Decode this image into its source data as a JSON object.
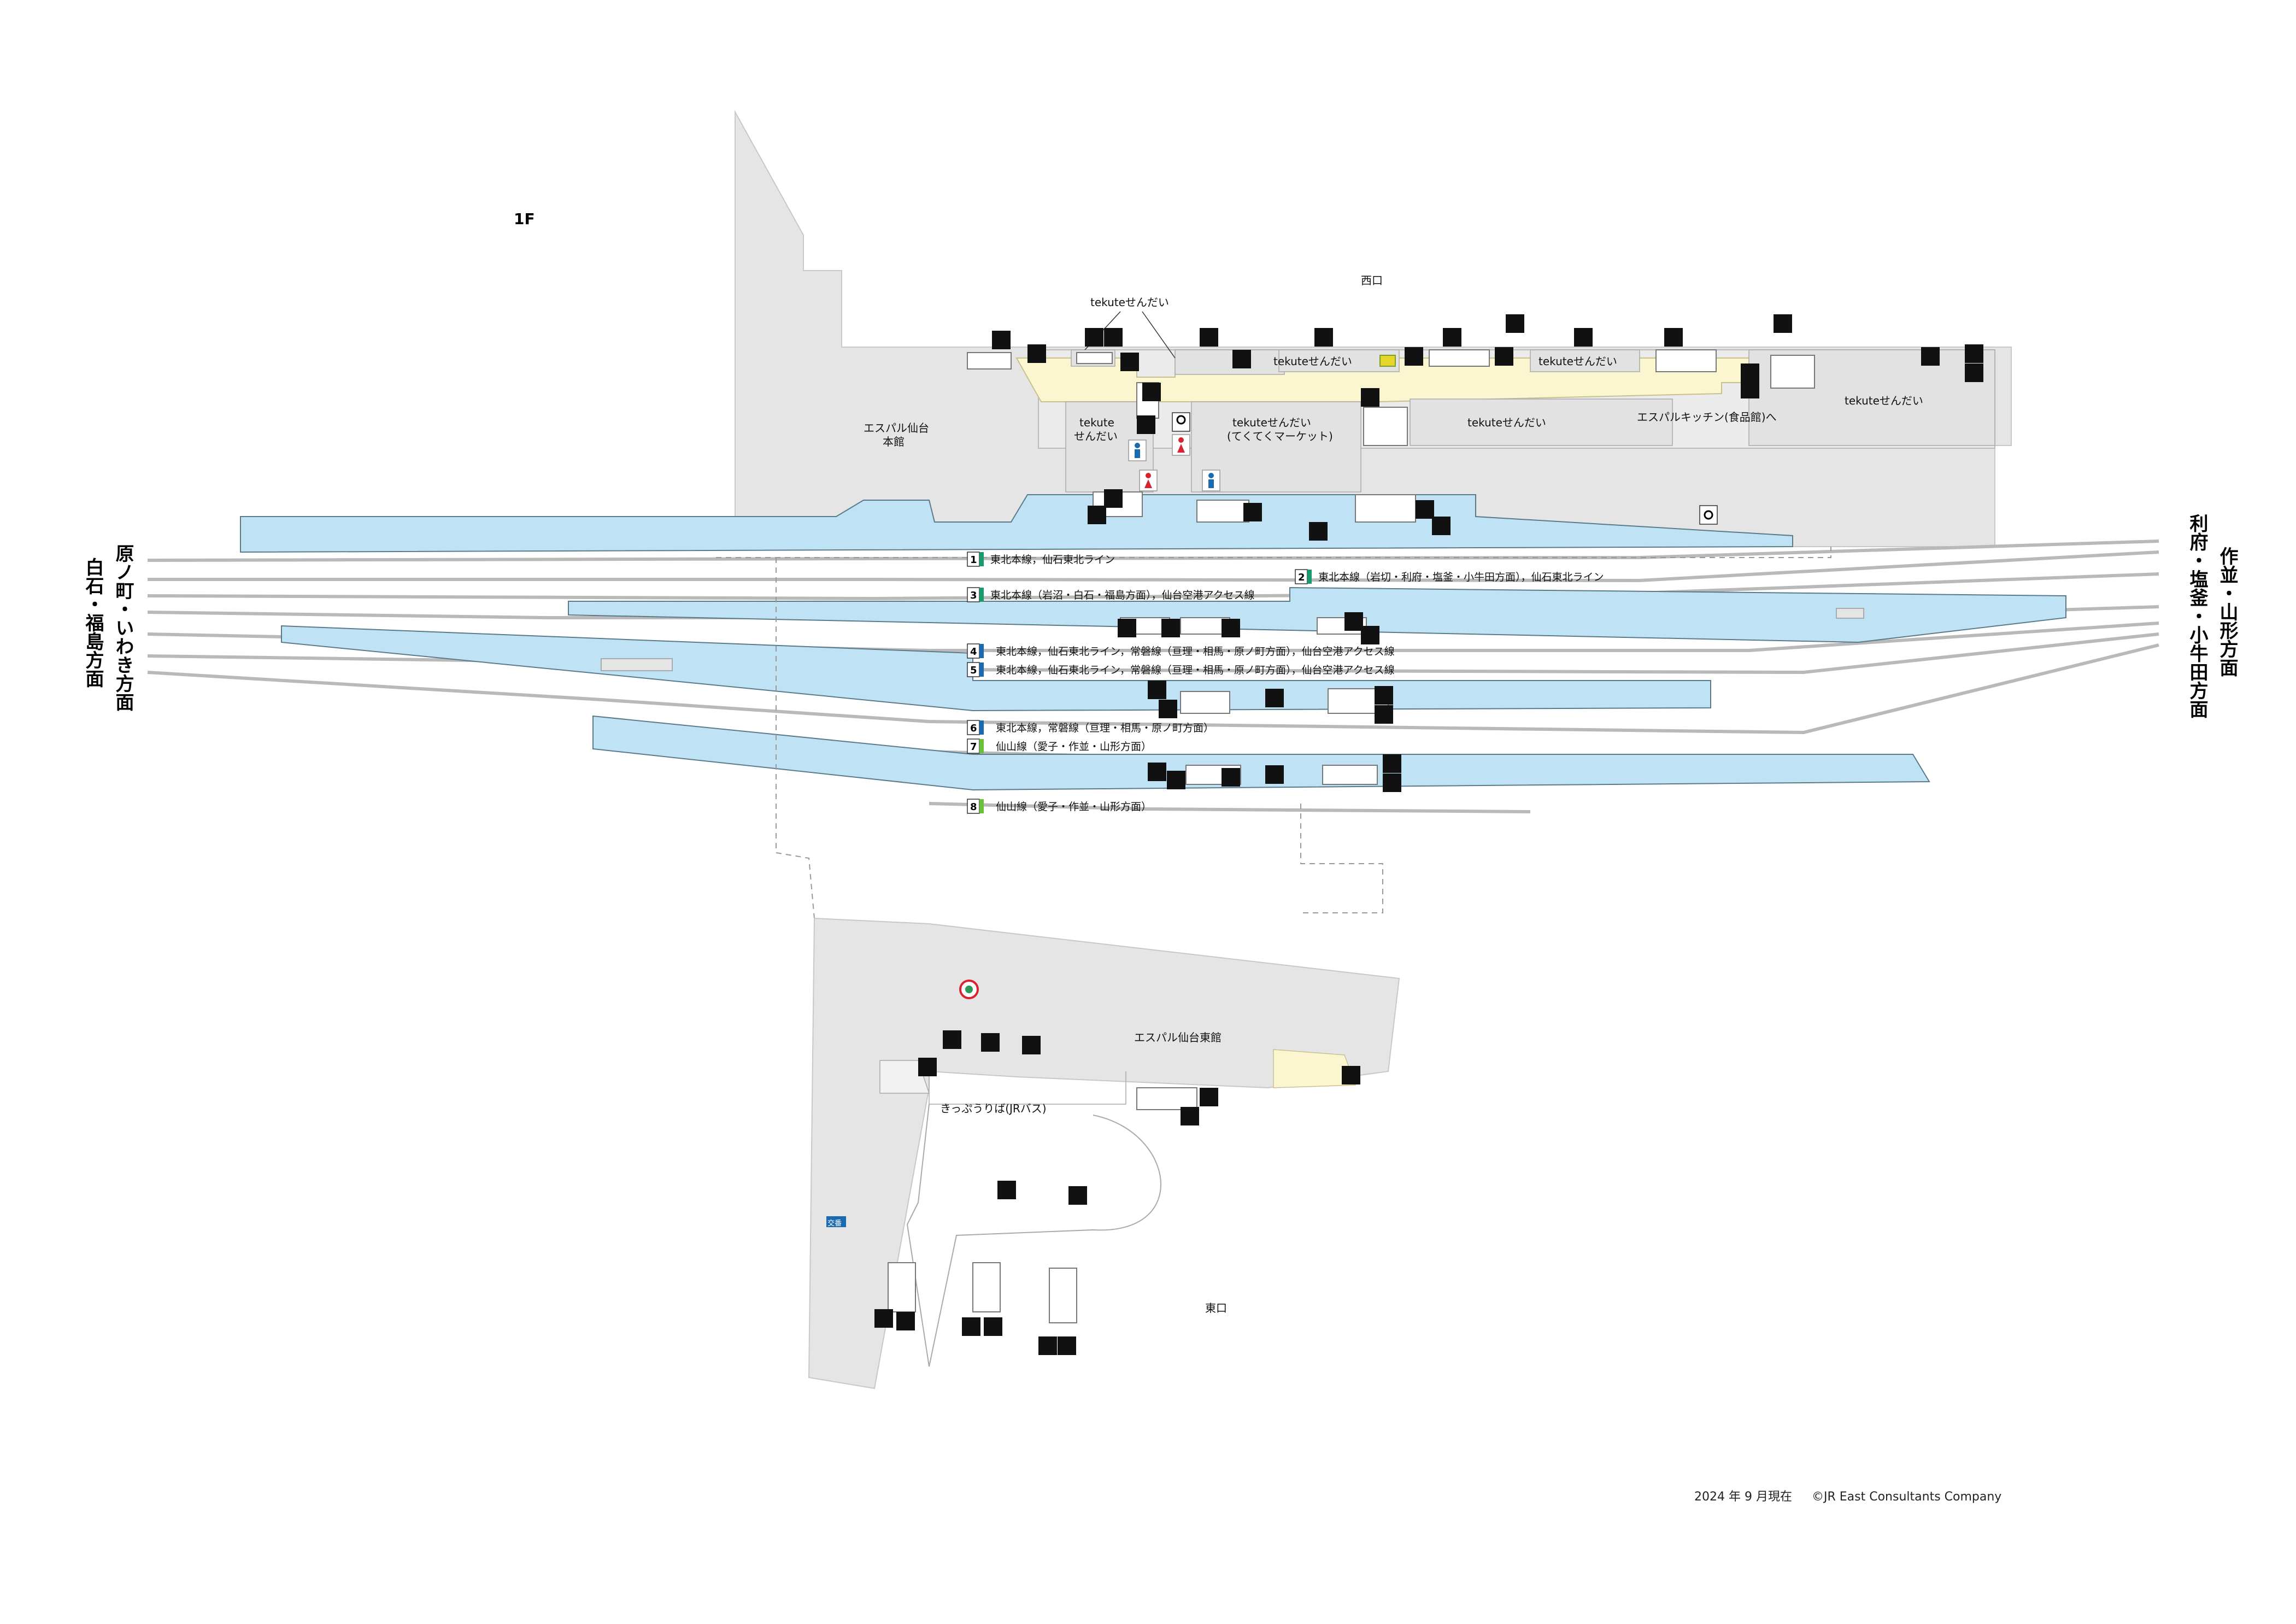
{
  "floor_label": "1F",
  "exits": {
    "west": "西口",
    "east": "東口"
  },
  "buildings": {
    "espal_main_line1": "エスパル仙台",
    "espal_main_line2": "本館",
    "espal_east": "エスパル仙台東館",
    "espal_kitchen": "エスパルキッチン(食品館)へ"
  },
  "shops": {
    "tekute_top": "tekuteせんだい",
    "tekute_1": "tekuteせんだい",
    "tekute_2": "tekuteせんだい",
    "tekute_3": "tekuteせんだい",
    "tekute_4": "tekuteせんだい",
    "tekute_left_line1": "tekute",
    "tekute_left_line2": "せんだい",
    "tekute_market_line1": "tekuteせんだい",
    "tekute_market_line2": "(てくてくマーケット)"
  },
  "ticket_office": "きっぷうりば(JRバス)",
  "koban": "交番",
  "directions": {
    "left_outer": "原ノ町・いわき方面",
    "left_inner": "白石・福島方面",
    "right_outer": "利府・塩釜・小牛田方面",
    "right_inner": "作並・山形方面"
  },
  "platforms": [
    {
      "num": "1",
      "text": "東北本線，仙石東北ライン",
      "color": "#1a9a6a"
    },
    {
      "num": "2",
      "text": "東北本線（岩切・利府・塩釜・小牛田方面），仙石東北ライン",
      "color": "#1a9a6a"
    },
    {
      "num": "3",
      "text": "東北本線（岩沼・白石・福島方面），仙台空港アクセス線",
      "color": "#1a9a6a"
    },
    {
      "num": "4",
      "text": "東北本線，仙石東北ライン，常磐線（亘理・相馬・原ノ町方面），仙台空港アクセス線",
      "color": "#1a6ab0"
    },
    {
      "num": "5",
      "text": "東北本線，仙石東北ライン，常磐線（亘理・相馬・原ノ町方面），仙台空港アクセス線",
      "color": "#1a6ab0"
    },
    {
      "num": "6",
      "text": "東北本線，常磐線（亘理・相馬・原ノ町方面）",
      "color": "#1a6ab0"
    },
    {
      "num": "7",
      "text": "仙山線（愛子・作並・山形方面）",
      "color": "#6abf3a"
    },
    {
      "num": "8",
      "text": "仙山線（愛子・作並・山形方面）",
      "color": "#6abf3a"
    }
  ],
  "footer": {
    "date": "2024 年 9 月現在",
    "copyright": "©JR East Consultants Company"
  },
  "colors": {
    "platform_fill": "#bfe3f5",
    "building_gray": "#e5e5e5",
    "shop_yellow": "#fbf6cf",
    "track_gray": "#b9b9b9",
    "male_blue": "#1a6ab0",
    "female_red": "#d9232e"
  }
}
